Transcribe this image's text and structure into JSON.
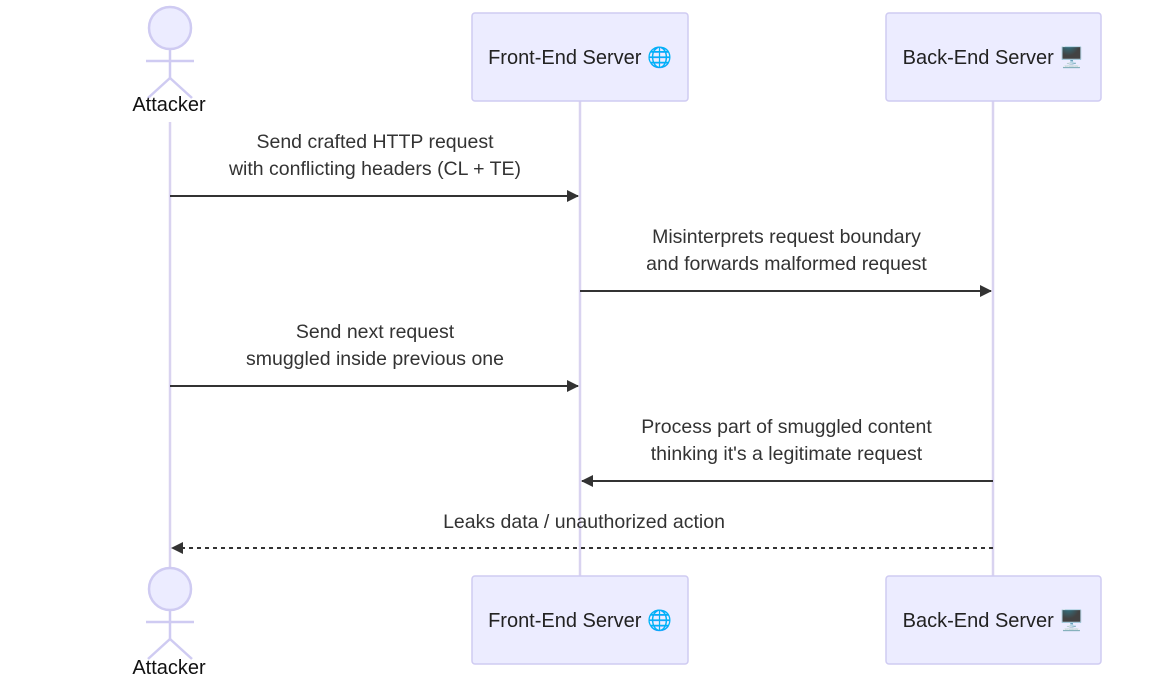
{
  "participants": {
    "attacker": {
      "label": "Attacker",
      "kind": "actor"
    },
    "frontend": {
      "label": "Front-End Server",
      "icon": "globe-icon",
      "icon_glyph": "🌐"
    },
    "backend": {
      "label": "Back-End Server",
      "icon": "desktop-computer-icon",
      "icon_glyph": "🖥️"
    }
  },
  "messages": [
    {
      "from": "attacker",
      "to": "frontend",
      "style": "solid",
      "text": [
        "Send crafted HTTP request",
        "with conflicting headers (CL + TE)"
      ]
    },
    {
      "from": "frontend",
      "to": "backend",
      "style": "solid",
      "text": [
        "Misinterprets request boundary",
        "and forwards malformed request"
      ]
    },
    {
      "from": "attacker",
      "to": "frontend",
      "style": "solid",
      "text": [
        "Send next request",
        "smuggled inside previous one"
      ]
    },
    {
      "from": "backend",
      "to": "frontend",
      "style": "solid",
      "text": [
        "Process part of smuggled content",
        "thinking it's a legitimate request"
      ]
    },
    {
      "from": "backend",
      "to": "attacker",
      "style": "dashed",
      "text": [
        "Leaks data / unauthorized action"
      ]
    }
  ],
  "colors": {
    "box_fill": "#ECECFF",
    "box_stroke": "#CFCBF2",
    "lifeline": "#D9D3F0",
    "actor_fill": "#ECECFF",
    "actor_stroke": "#CFCBF2",
    "arrow": "#333333"
  }
}
